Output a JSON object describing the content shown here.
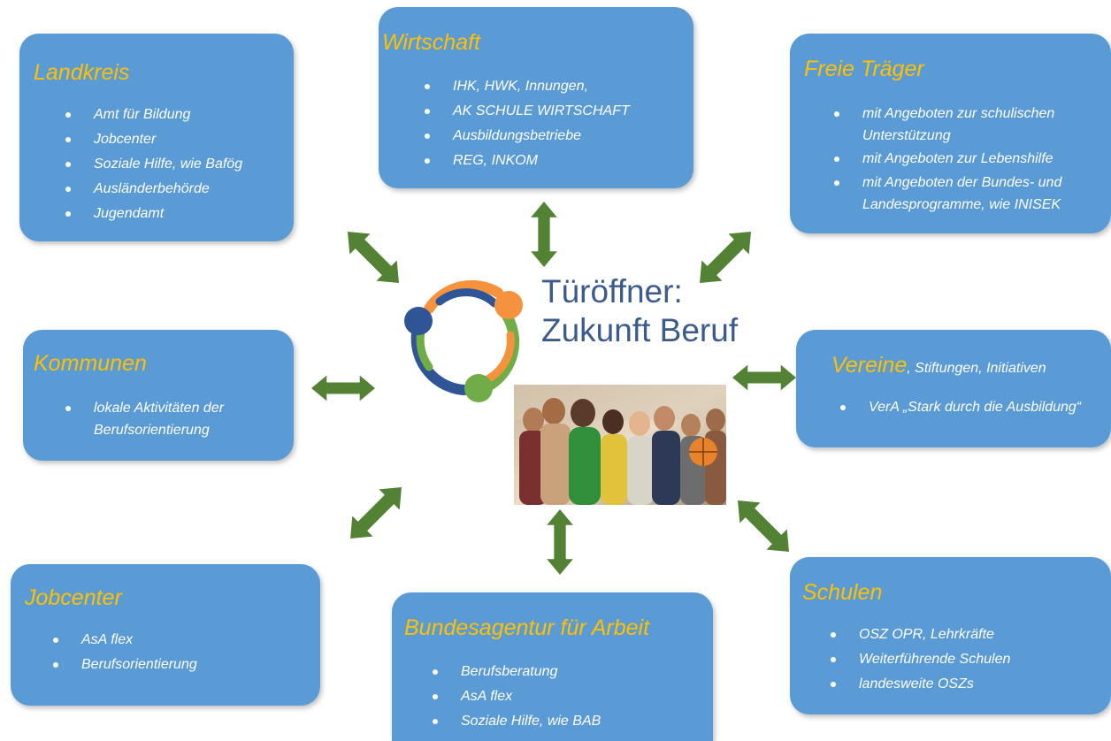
{
  "center": {
    "title_line1": "Türöffner:",
    "title_line2": "Zukunft Beruf",
    "logo_colors": {
      "orange": "#f5923e",
      "blue": "#2f5597",
      "green": "#70ad47"
    }
  },
  "boxes": {
    "landkreis": {
      "title": "Landkreis",
      "items": [
        "Amt für Bildung",
        "Jobcenter",
        "Soziale Hilfe, wie Bafög",
        "Ausländerbehörde",
        "Jugendamt"
      ]
    },
    "wirtschaft": {
      "title": "Wirtschaft",
      "items": [
        "IHK, HWK, Innungen,",
        "AK SCHULE  WIRTSCHAFT",
        "Ausbildungsbetriebe",
        "REG, INKOM"
      ]
    },
    "freie_traeger": {
      "title": "Freie Träger",
      "items": [
        "mit Angeboten zur schulischen Unterstützung",
        "mit Angeboten zur Lebenshilfe",
        "mit Angeboten der  Bundes- und Landesprogramme, wie INISEK"
      ]
    },
    "kommunen": {
      "title": "Kommunen",
      "items": [
        "lokale Aktivitäten der Berufsorientierung"
      ]
    },
    "vereine": {
      "title": "Vereine",
      "title_suffix": ", Stiftungen, Initiativen",
      "items": [
        "VerA „Stark durch die Ausbildung“"
      ]
    },
    "jobcenter": {
      "title": "Jobcenter",
      "items": [
        "AsA flex",
        "Berufsorientierung"
      ]
    },
    "bundesagentur": {
      "title": "Bundesagentur für Arbeit",
      "items": [
        "Berufsberatung",
        "AsA flex",
        "Soziale Hilfe, wie BAB"
      ]
    },
    "schulen": {
      "title": "Schulen",
      "items": [
        "OSZ OPR, Lehrkräfte",
        "Weiterführende Schulen",
        "landesweite OSZs"
      ]
    }
  },
  "colors": {
    "box": "#5b9bd5",
    "title": "#ffc000",
    "arrow": "#548235",
    "text": "#ffffff"
  }
}
